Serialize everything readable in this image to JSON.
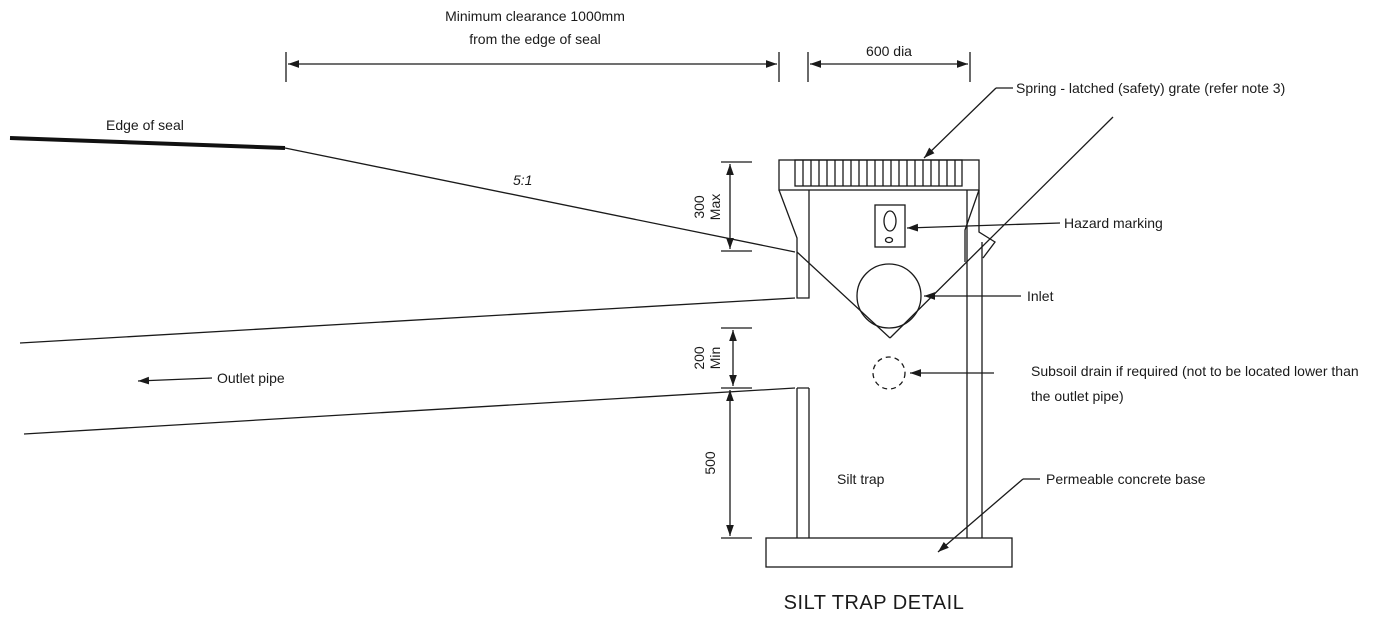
{
  "title": "SILT TRAP DETAIL",
  "dimensions": {
    "clearance_line1": "Minimum clearance 1000mm",
    "clearance_line2": "from the edge of seal",
    "diameter": "600 dia",
    "depth_top_value": "300",
    "depth_top_qualifier": "Max",
    "depth_mid_value": "200",
    "depth_mid_qualifier": "Min",
    "depth_bottom_value": "500",
    "slope": "5:1"
  },
  "labels": {
    "edge_of_seal": "Edge of seal",
    "outlet_pipe": "Outlet pipe",
    "grate": "Spring - latched (safety) grate (refer note 3)",
    "hazard": "Hazard marking",
    "inlet": "Inlet",
    "subsoil_line1": "Subsoil drain if required (not to be located lower than",
    "subsoil_line2": "the outlet pipe)",
    "silt_trap": "Silt trap",
    "base": "Permeable concrete base"
  }
}
